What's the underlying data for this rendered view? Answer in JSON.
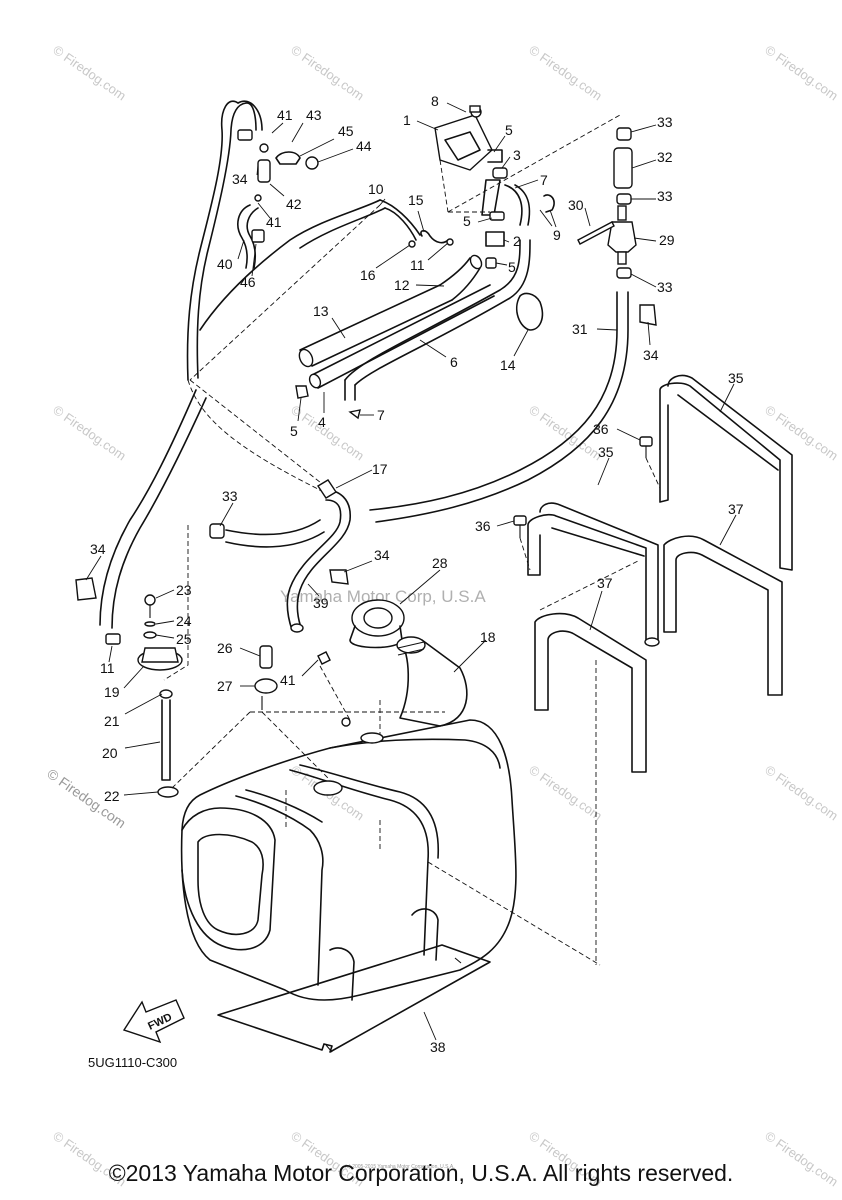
{
  "diagram_code": "5UG1110-C300",
  "fwd_label": "FWD",
  "center_watermark": "Yamaha Motor Corp, U.S.A",
  "firedog_watermark": "© Firedog.com",
  "tiny_notice": "(c) 2005-2015 Yamaha Motor Corporation, U.S.A.",
  "copyright": "©2013 Yamaha Motor Corporation, U.S.A. All rights reserved.",
  "part_numbers": [
    "1",
    "2",
    "3",
    "4",
    "5",
    "6",
    "7",
    "8",
    "9",
    "10",
    "11",
    "12",
    "13",
    "14",
    "15",
    "16",
    "17",
    "18",
    "19",
    "20",
    "21",
    "22",
    "23",
    "24",
    "25",
    "26",
    "27",
    "28",
    "29",
    "30",
    "31",
    "32",
    "33",
    "34",
    "35",
    "36",
    "37",
    "38",
    "39",
    "40",
    "41",
    "42",
    "43",
    "44",
    "45",
    "46"
  ],
  "labels": [
    {
      "text": "8"
    },
    {
      "text": "1"
    },
    {
      "text": "5"
    },
    {
      "text": "3"
    },
    {
      "text": "7"
    },
    {
      "text": "5"
    },
    {
      "text": "9"
    },
    {
      "text": "2"
    },
    {
      "text": "5"
    },
    {
      "text": "15"
    },
    {
      "text": "10"
    },
    {
      "text": "16"
    },
    {
      "text": "11"
    },
    {
      "text": "12"
    },
    {
      "text": "13"
    },
    {
      "text": "6"
    },
    {
      "text": "14"
    },
    {
      "text": "5"
    },
    {
      "text": "4"
    },
    {
      "text": "7"
    },
    {
      "text": "41"
    },
    {
      "text": "43"
    },
    {
      "text": "45"
    },
    {
      "text": "44"
    },
    {
      "text": "34"
    },
    {
      "text": "42"
    },
    {
      "text": "41"
    },
    {
      "text": "40"
    },
    {
      "text": "46"
    },
    {
      "text": "33"
    },
    {
      "text": "32"
    },
    {
      "text": "33"
    },
    {
      "text": "30"
    },
    {
      "text": "29"
    },
    {
      "text": "33"
    },
    {
      "text": "31"
    },
    {
      "text": "34"
    },
    {
      "text": "35"
    },
    {
      "text": "36"
    },
    {
      "text": "35"
    },
    {
      "text": "37"
    },
    {
      "text": "36"
    },
    {
      "text": "37"
    },
    {
      "text": "17"
    },
    {
      "text": "33"
    },
    {
      "text": "34"
    },
    {
      "text": "34"
    },
    {
      "text": "28"
    },
    {
      "text": "23"
    },
    {
      "text": "24"
    },
    {
      "text": "25"
    },
    {
      "text": "11"
    },
    {
      "text": "19"
    },
    {
      "text": "39"
    },
    {
      "text": "18"
    },
    {
      "text": "26"
    },
    {
      "text": "27"
    },
    {
      "text": "41"
    },
    {
      "text": "21"
    },
    {
      "text": "20"
    },
    {
      "text": "22"
    },
    {
      "text": "38"
    }
  ]
}
